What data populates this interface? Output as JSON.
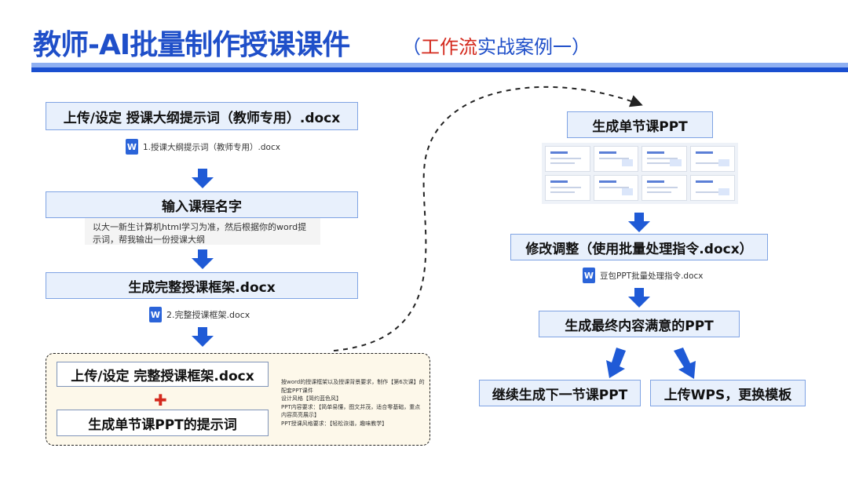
{
  "header": {
    "title": "教师-AI批量制作授课课件",
    "subtitle_open": "（",
    "subtitle_red": "工作流",
    "subtitle_rest": "实战案例一）"
  },
  "left_flow": {
    "step1": "上传/设定 授课大纲提示词（教师专用）.docx",
    "file1": "1.授课大纲提示词（教师专用）.docx",
    "step2": "输入课程名字",
    "prompt2": "以大一新生计算机html学习为准，然后根据你的word提示词，帮我输出一份授课大纲",
    "step3": "生成完整授课框架.docx",
    "file3": "2.完整授课框架.docx",
    "combo_a": "上传/设定 完整授课框架.docx",
    "plus": "✚",
    "combo_b": "生成单节课PPT的提示词",
    "notes": [
      "按word的授课框架以及授课背景要求，制作【第6次课】的",
      "配套PPT课件",
      "设计风格【简约蓝色风】",
      "PPT内容要求：【简单易懂，图文并茂，适合零基础，重点",
      "内容高亮展示】",
      "PPT授课风格要求：【轻松诙谐，趣味教学】"
    ]
  },
  "right_flow": {
    "step1": "生成单节课PPT",
    "step2": "修改调整（使用批量处理指令.docx）",
    "file2": "豆包PPT批量处理指令.docx",
    "step3": "生成最终内容满意的PPT",
    "out_left": "继续生成下一节课PPT",
    "out_right": "上传WPS，更换模板"
  },
  "icons": {
    "word": "word-doc-icon",
    "arrow": "down-arrow-icon"
  },
  "colors": {
    "brand_blue": "#1f4fc9",
    "accent_red": "#d42a1e",
    "arrow_blue": "#1f5ad6"
  }
}
